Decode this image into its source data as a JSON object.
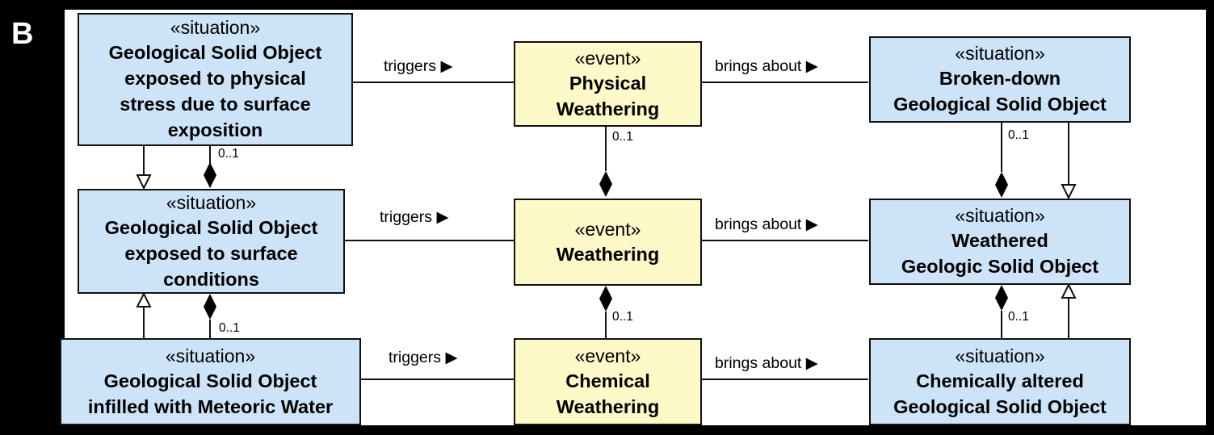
{
  "panel_label": "B",
  "situations": {
    "physical_stress": {
      "stereotype": "«situation»",
      "lines": [
        "Geological Solid Object",
        "exposed to physical",
        "stress due to surface",
        "exposition"
      ]
    },
    "surface_conditions": {
      "stereotype": "«situation»",
      "lines": [
        "Geological Solid Object",
        "exposed to surface",
        "conditions"
      ]
    },
    "meteoric_water": {
      "stereotype": "«situation»",
      "lines": [
        "Geological Solid Object",
        "infilled with Meteoric Water"
      ]
    },
    "broken_down": {
      "stereotype": "«situation»",
      "lines": [
        "Broken-down",
        "Geological Solid Object"
      ]
    },
    "weathered": {
      "stereotype": "«situation»",
      "lines": [
        "Weathered",
        "Geologic Solid Object"
      ]
    },
    "chemically_altered": {
      "stereotype": "«situation»",
      "lines": [
        "Chemically altered",
        "Geological Solid Object"
      ]
    }
  },
  "events": {
    "physical_weathering": {
      "stereotype": "«event»",
      "lines": [
        "Physical",
        "Weathering"
      ]
    },
    "weathering": {
      "stereotype": "«event»",
      "lines": [
        "Weathering"
      ]
    },
    "chemical_weathering": {
      "stereotype": "«event»",
      "lines": [
        "Chemical",
        "Weathering"
      ]
    }
  },
  "relations": {
    "triggers": "triggers ▶",
    "brings_about": "brings about ▶"
  },
  "multiplicity": "0..1"
}
